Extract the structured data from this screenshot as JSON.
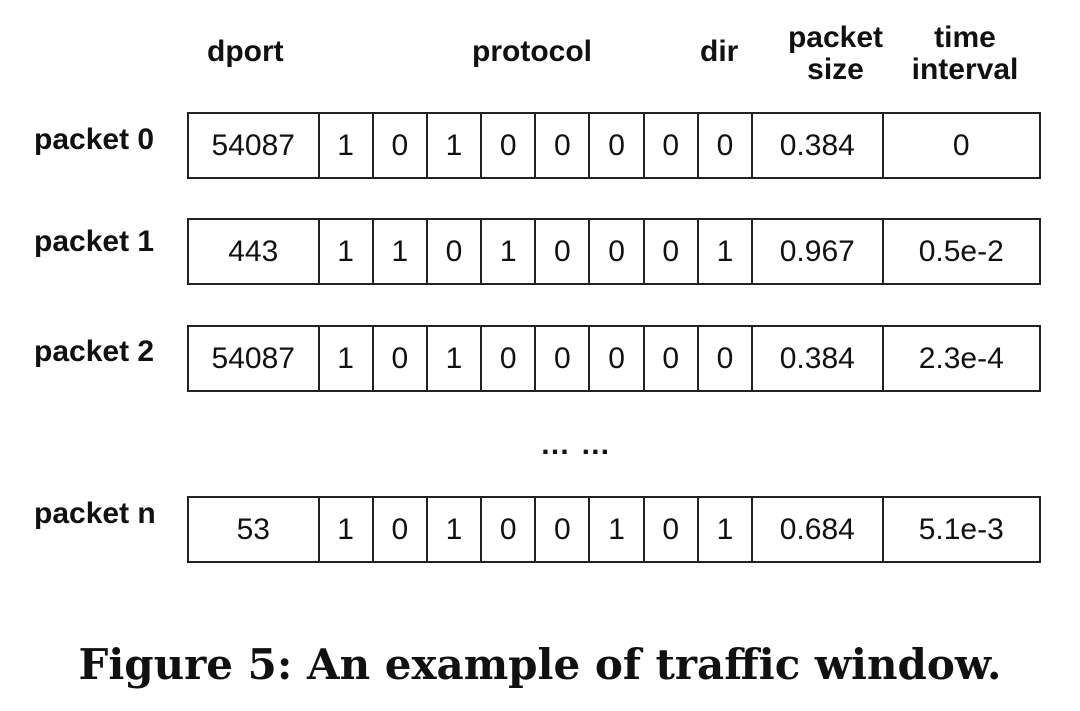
{
  "headers": {
    "dport": "dport",
    "protocol": "protocol",
    "dir": "dir",
    "packet_size_1": "packet",
    "packet_size_2": "size",
    "time_interval_1": "time",
    "time_interval_2": "interval"
  },
  "rows": [
    {
      "label": "packet 0",
      "dport": "54087",
      "bits": [
        "1",
        "0",
        "1",
        "0",
        "0",
        "0",
        "0",
        "0"
      ],
      "size": "0.384",
      "time": "0"
    },
    {
      "label": "packet 1",
      "dport": "443",
      "bits": [
        "1",
        "1",
        "0",
        "1",
        "0",
        "0",
        "0",
        "1"
      ],
      "size": "0.967",
      "time": "0.5e-2"
    },
    {
      "label": "packet 2",
      "dport": "54087",
      "bits": [
        "1",
        "0",
        "1",
        "0",
        "0",
        "0",
        "0",
        "0"
      ],
      "size": "0.384",
      "time": "2.3e-4"
    },
    {
      "label": "packet n",
      "dport": "53",
      "bits": [
        "1",
        "0",
        "1",
        "0",
        "0",
        "1",
        "0",
        "1"
      ],
      "size": "0.684",
      "time": "5.1e-3"
    }
  ],
  "ellipsis": "… …",
  "caption": "Figure 5: An example of traffic window."
}
